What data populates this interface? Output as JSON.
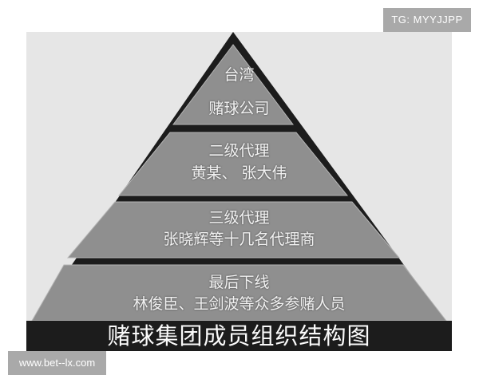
{
  "badges": {
    "top_right": "TG: MYYJJPP",
    "bottom_left": "www.bet--lx.com"
  },
  "diagram": {
    "type": "pyramid",
    "title": "赌球集团成员组织结构图",
    "colors": {
      "background": "#e6e6e6",
      "tier_fill": "#8f8f8f",
      "outline": "#1c1c1c",
      "text": "#f2f2f2"
    },
    "tiers": [
      {
        "line1": "台湾",
        "line2": "赌球公司"
      },
      {
        "line1": "二级代理",
        "line2": "黄某、 张大伟"
      },
      {
        "line1": "三级代理",
        "line2": "张晓辉等十几名代理商"
      },
      {
        "line1": "最后下线",
        "line2": "林俊臣、王剑波等众多参赌人员"
      }
    ]
  }
}
